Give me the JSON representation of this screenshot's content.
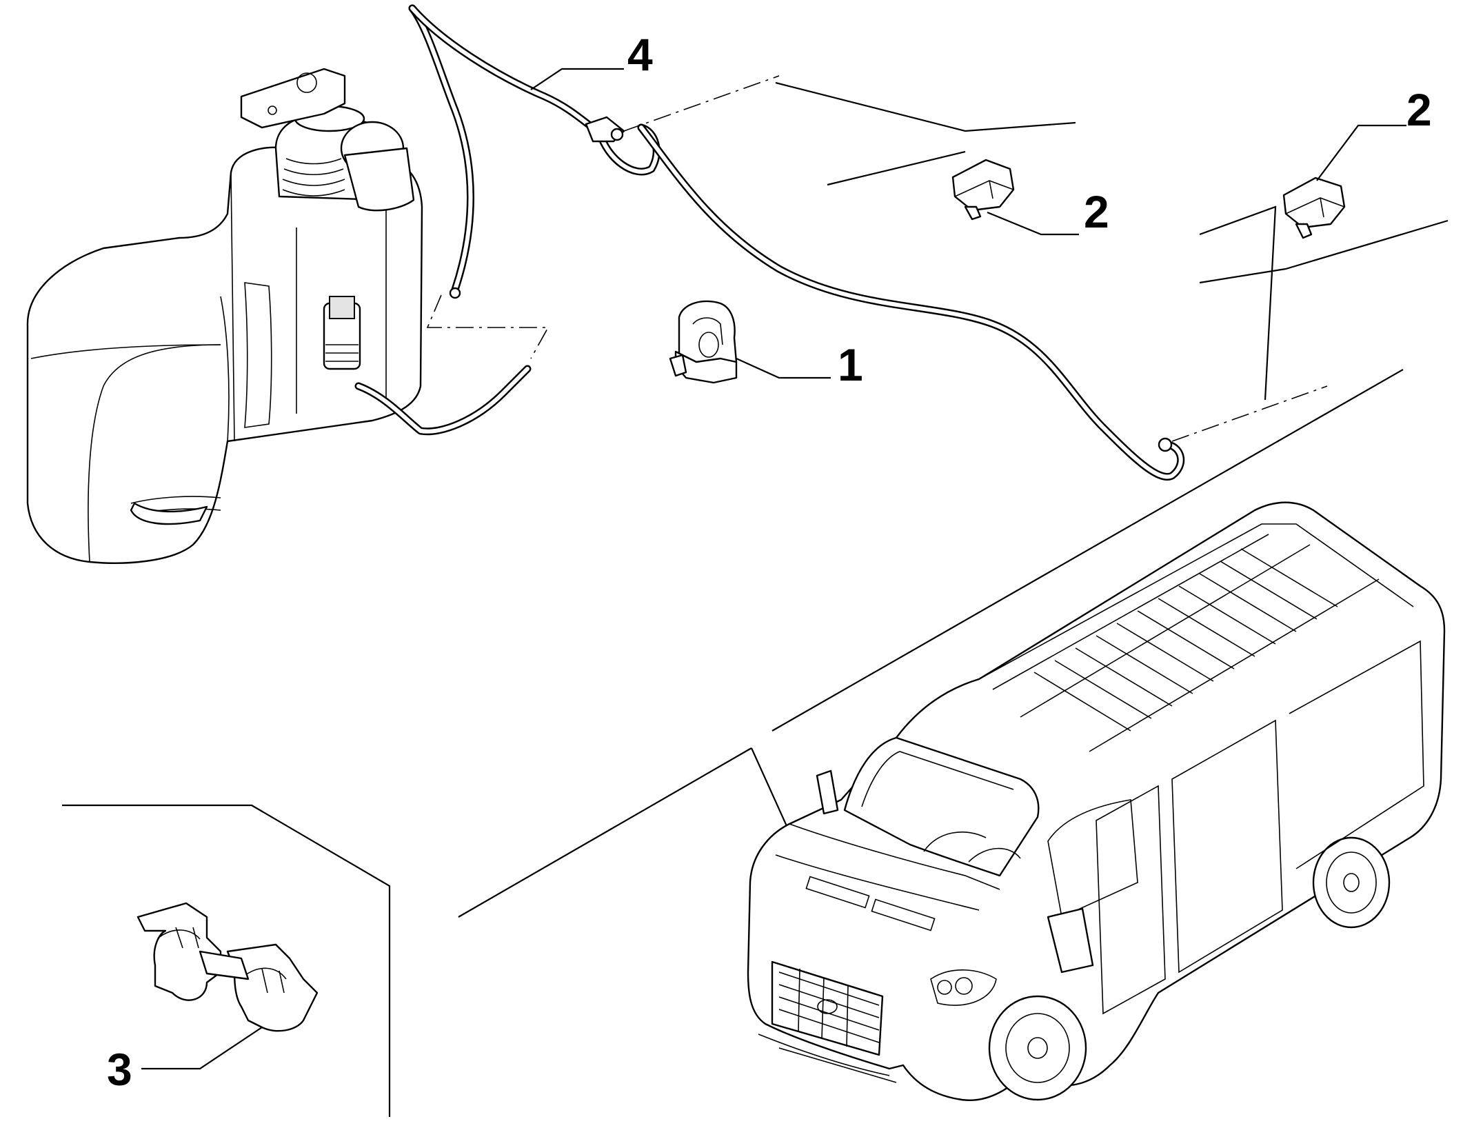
{
  "callouts": {
    "nozzle_clip": "1",
    "jet_left": "2",
    "jet_right": "2",
    "hose_clip": "3",
    "washer_hose": "4"
  }
}
